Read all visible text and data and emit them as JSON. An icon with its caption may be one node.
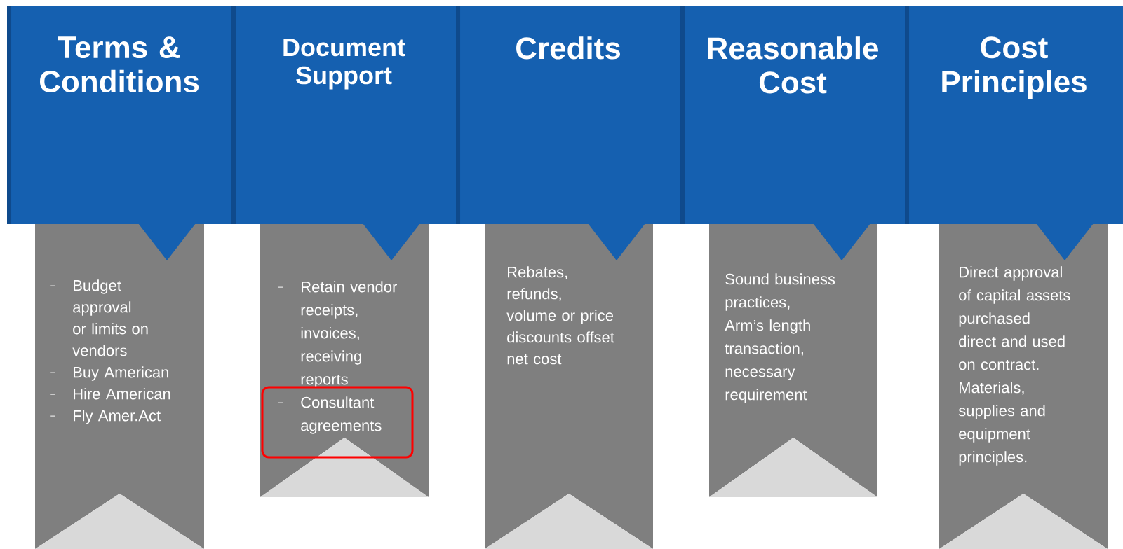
{
  "diagram": {
    "nodes": [
      {
        "text": [
          "Terms & Conditions"
        ]
      },
      {
        "text": [
          "Budget approval or limits on vendors",
          "Buy American",
          "Hire American",
          "Fly Amer.Act"
        ]
      },
      {
        "text": [
          "Document Support"
        ]
      },
      {
        "text": [
          "Retain vendor receipts, invoices, receiving reports",
          "Consultant agreements"
        ]
      },
      {
        "text": [
          "Credits"
        ]
      },
      {
        "text": [
          "Rebates, refunds, volume or price discounts offset net cost"
        ]
      },
      {
        "text": [
          "Reasonable Cost"
        ]
      },
      {
        "text": [
          "Sound business practices, Arm’s length transaction, necessary requirement"
        ]
      },
      {
        "text": [
          "Cost Principles"
        ]
      },
      {
        "text": [
          "Direct approval of capital assets purchased direct and used on contract. Materials, supplies and equipment principles."
        ]
      }
    ]
  }
}
